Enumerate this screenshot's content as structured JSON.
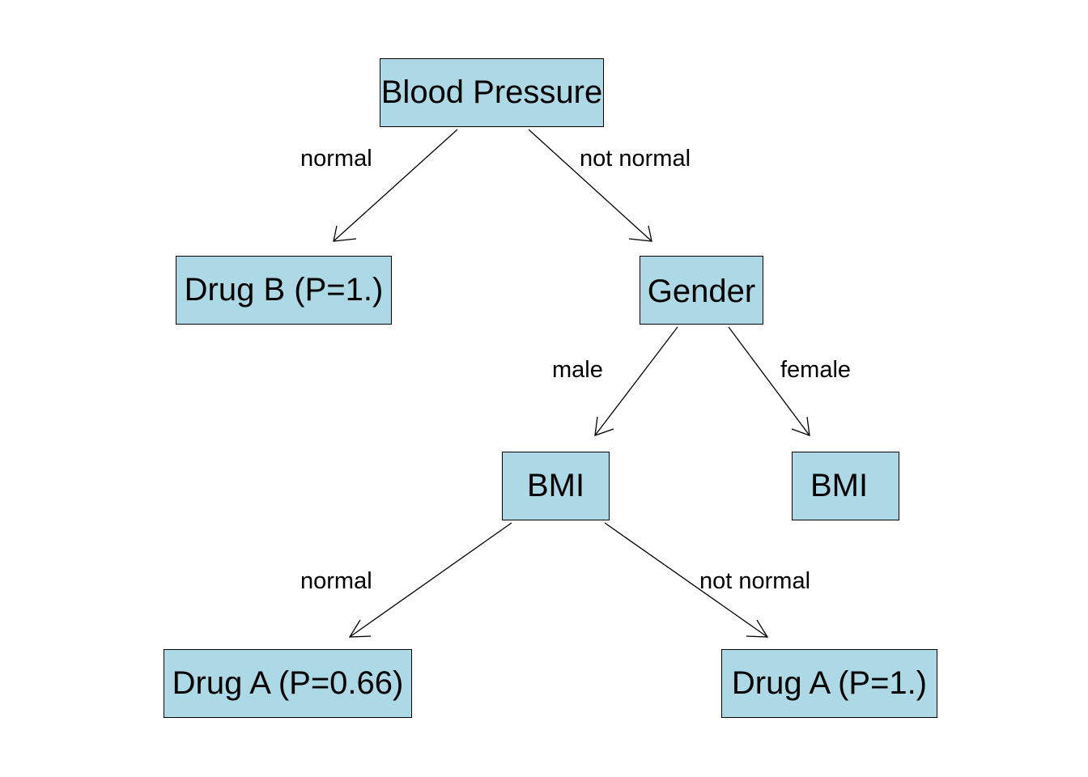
{
  "nodes": {
    "blood_pressure": "Blood Pressure",
    "drug_b": "Drug B (P=1.)",
    "gender": "Gender",
    "bmi_male": "BMI",
    "bmi_female": "BMI",
    "drug_a_normal": "Drug A (P=0.66)",
    "drug_a_not_normal": "Drug A (P=1.)"
  },
  "edges": {
    "bp_normal": "normal",
    "bp_not_normal": "not normal",
    "gender_male": "male",
    "gender_female": "female",
    "bmi_normal": "normal",
    "bmi_not_normal": "not normal"
  },
  "colors": {
    "node_fill": "#add8e6",
    "line": "#000000"
  }
}
